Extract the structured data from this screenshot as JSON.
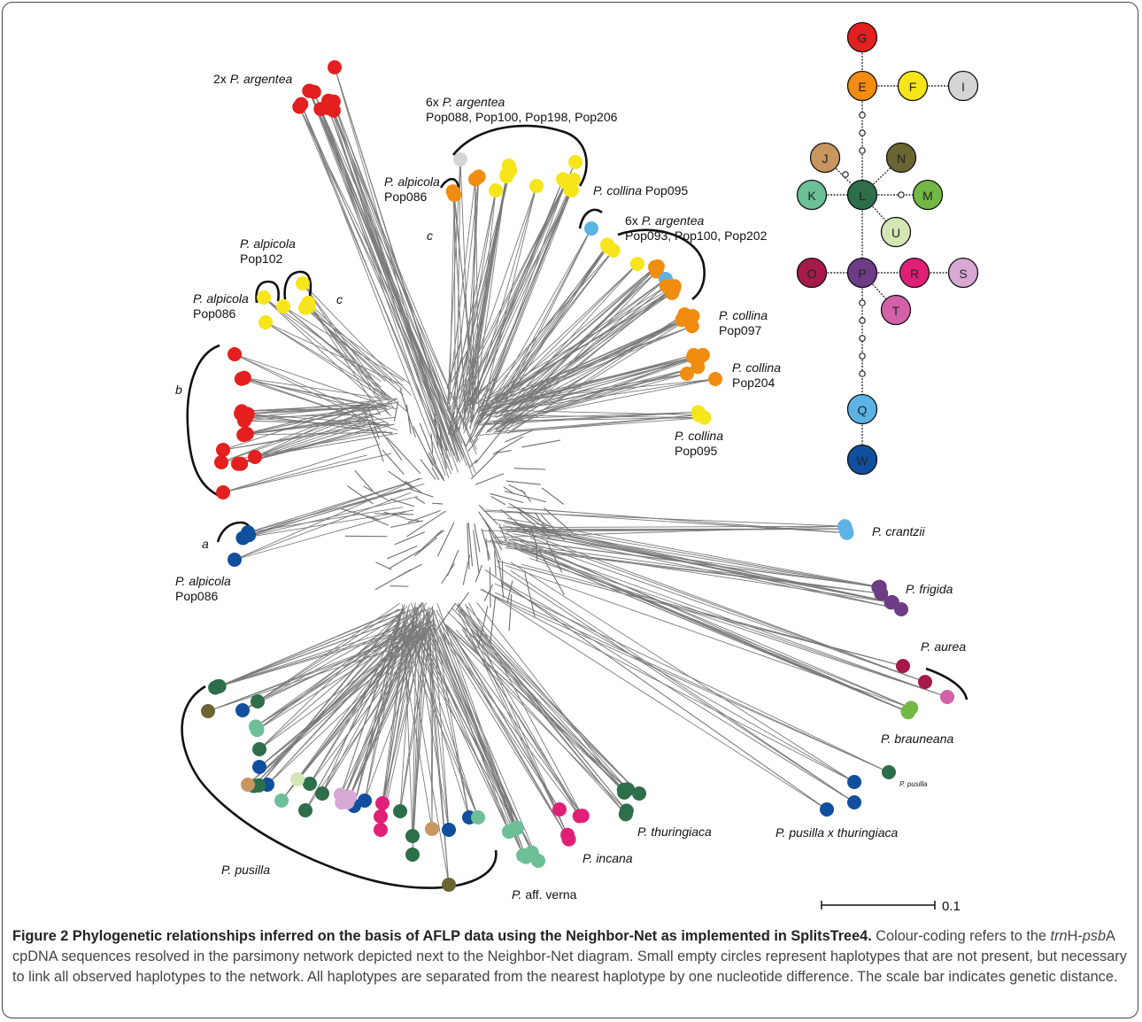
{
  "figure": {
    "labels": {
      "argentea_2x_prefix": "2x ",
      "argentea_2x_name": "P. argentea",
      "argentea_6x_a_prefix": "6x ",
      "argentea_6x_a_name": "P. argentea",
      "argentea_6x_a_pops": "Pop088, Pop100, Pop198, Pop206",
      "alpicola_086_top_name": "P. alpicola",
      "alpicola_086_top_pop": "Pop086",
      "c_top": "c",
      "collina_095_top_name": "P. collina",
      "collina_095_top_pop": " Pop095",
      "argentea_6x_b_prefix": "6x ",
      "argentea_6x_b_name": "P. argentea",
      "argentea_6x_b_pops": "Pop093, Pop100, Pop202",
      "alpicola_102_name": "P. alpicola",
      "alpicola_102_pop": "Pop102",
      "alpicola_086_mid_name": "P. alpicola",
      "alpicola_086_mid_pop": "Pop086",
      "c_mid": "c",
      "collina_097_name": "P. collina",
      "collina_097_pop": "Pop097",
      "collina_204_name": "P. collina",
      "collina_204_pop": "Pop204",
      "collina_095_bottom_name": "P. collina",
      "collina_095_bottom_pop": "Pop095",
      "b": "b",
      "a": "a",
      "alpicola_086_low_name": "P. alpicola",
      "alpicola_086_low_pop": "Pop086",
      "crantzii": "P. crantzii",
      "frigida": "P. frigida",
      "aurea": "P. aurea",
      "brauneana": "P. brauneana",
      "pusilla_small": "P. pusilla",
      "pusilla_x_thur": "P. pusilla x thuringiaca",
      "thuringiaca": "P. thuringiaca",
      "incana": "P. incana",
      "aff_verna_name": "P.",
      "aff_verna_rest": " aff. verna",
      "pusilla": "P. pusilla",
      "scale_label": "0.1"
    },
    "colors": {
      "G": "#e3201f",
      "E": "#f08c0f",
      "F": "#f7e51b",
      "I": "#d5d5d5",
      "J": "#c8965e",
      "N": "#6a6532",
      "K": "#6cbf97",
      "L": "#2d6e4b",
      "M": "#72b844",
      "U": "#d3e6b4",
      "O": "#a51a4a",
      "P": "#6e3b85",
      "R": "#e02077",
      "S": "#d7a8d3",
      "T": "#d461a8",
      "Q": "#5cb3e4",
      "W": "#0f4f9d",
      "edge": "#777777"
    },
    "haplotypes": [
      {
        "id": "G",
        "label": "G"
      },
      {
        "id": "E",
        "label": "E"
      },
      {
        "id": "F",
        "label": "F"
      },
      {
        "id": "I",
        "label": "I"
      },
      {
        "id": "J",
        "label": "J"
      },
      {
        "id": "N",
        "label": "N"
      },
      {
        "id": "K",
        "label": "K"
      },
      {
        "id": "L",
        "label": "L"
      },
      {
        "id": "M",
        "label": "M"
      },
      {
        "id": "U",
        "label": "U"
      },
      {
        "id": "O",
        "label": "O"
      },
      {
        "id": "P",
        "label": "P"
      },
      {
        "id": "R",
        "label": "R"
      },
      {
        "id": "S",
        "label": "S"
      },
      {
        "id": "T",
        "label": "T"
      },
      {
        "id": "Q",
        "label": "Q"
      },
      {
        "id": "W",
        "label": "W"
      }
    ]
  },
  "caption": {
    "title": "Figure 2 Phylogenetic relationships inferred on the basis of AFLP data using the Neighbor-Net as implemented in SplitsTree4.",
    "text_1": " Colour-coding refers to the ",
    "trn": "trn",
    "text_2": "H-",
    "psb": "psb",
    "text_3": "A cpDNA sequences resolved in the parsimony network depicted next to the Neighbor-Net diagram. Small empty circles represent haplotypes that are not present, but necessary to link all observed haplotypes to the network. All haplotypes are separated from the nearest haplotype by one nucleotide difference. The scale bar indicates genetic distance."
  }
}
